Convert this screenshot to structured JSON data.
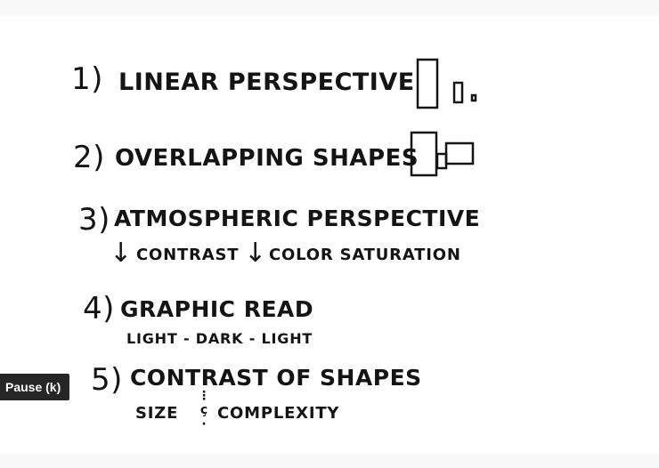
{
  "slide": {
    "item1": {
      "num": "1)",
      "text": "LINEAR PERSPECTIVE"
    },
    "item2": {
      "num": "2)",
      "text": "OVERLAPPING SHAPES"
    },
    "item3": {
      "num": "3)",
      "text": "ATMOSPHERIC PERSPECTIVE",
      "sub_a": "CONTRAST",
      "sub_b": "COLOR SATURATION"
    },
    "item4": {
      "num": "4)",
      "text": "GRAPHIC READ",
      "sub": "LIGHT - DARK - LIGHT"
    },
    "item5": {
      "num": "5)",
      "text": "CONTRAST OF SHAPES",
      "sub_a": "SIZE",
      "sub_b": "COMPLEXITY"
    }
  },
  "tooltip": {
    "label": "Pause (k)"
  }
}
